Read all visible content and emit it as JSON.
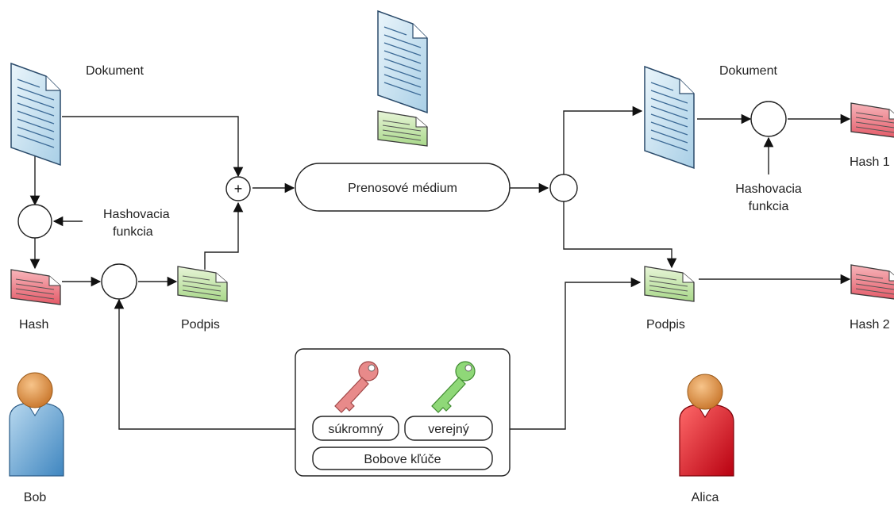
{
  "labels": {
    "bob_document": "Dokument",
    "hash_function_left_1": "Hashovacia",
    "hash_function_left_2": "funkcia",
    "hash": "Hash",
    "signature_left": "Podpis",
    "combine_symbol": "+",
    "medium": "Prenosové médium",
    "alice_document": "Dokument",
    "hash_function_right_1": "Hashovacia",
    "hash_function_right_2": "funkcia",
    "hash1": "Hash 1",
    "hash2": "Hash 2",
    "signature_right": "Podpis",
    "private_key": "súkromný",
    "public_key": "verejný",
    "keys_box": "Bobove kľúče",
    "bob": "Bob",
    "alice": "Alica"
  },
  "colors": {
    "document": "#cfe6f3",
    "hash": "#f08a94",
    "signature": "#cfe8b0",
    "private_key": "#e88a8a",
    "public_key": "#8fd878",
    "bob": "#7fb2d8",
    "alice": "#e8202a",
    "skin": "#e8a25a"
  }
}
